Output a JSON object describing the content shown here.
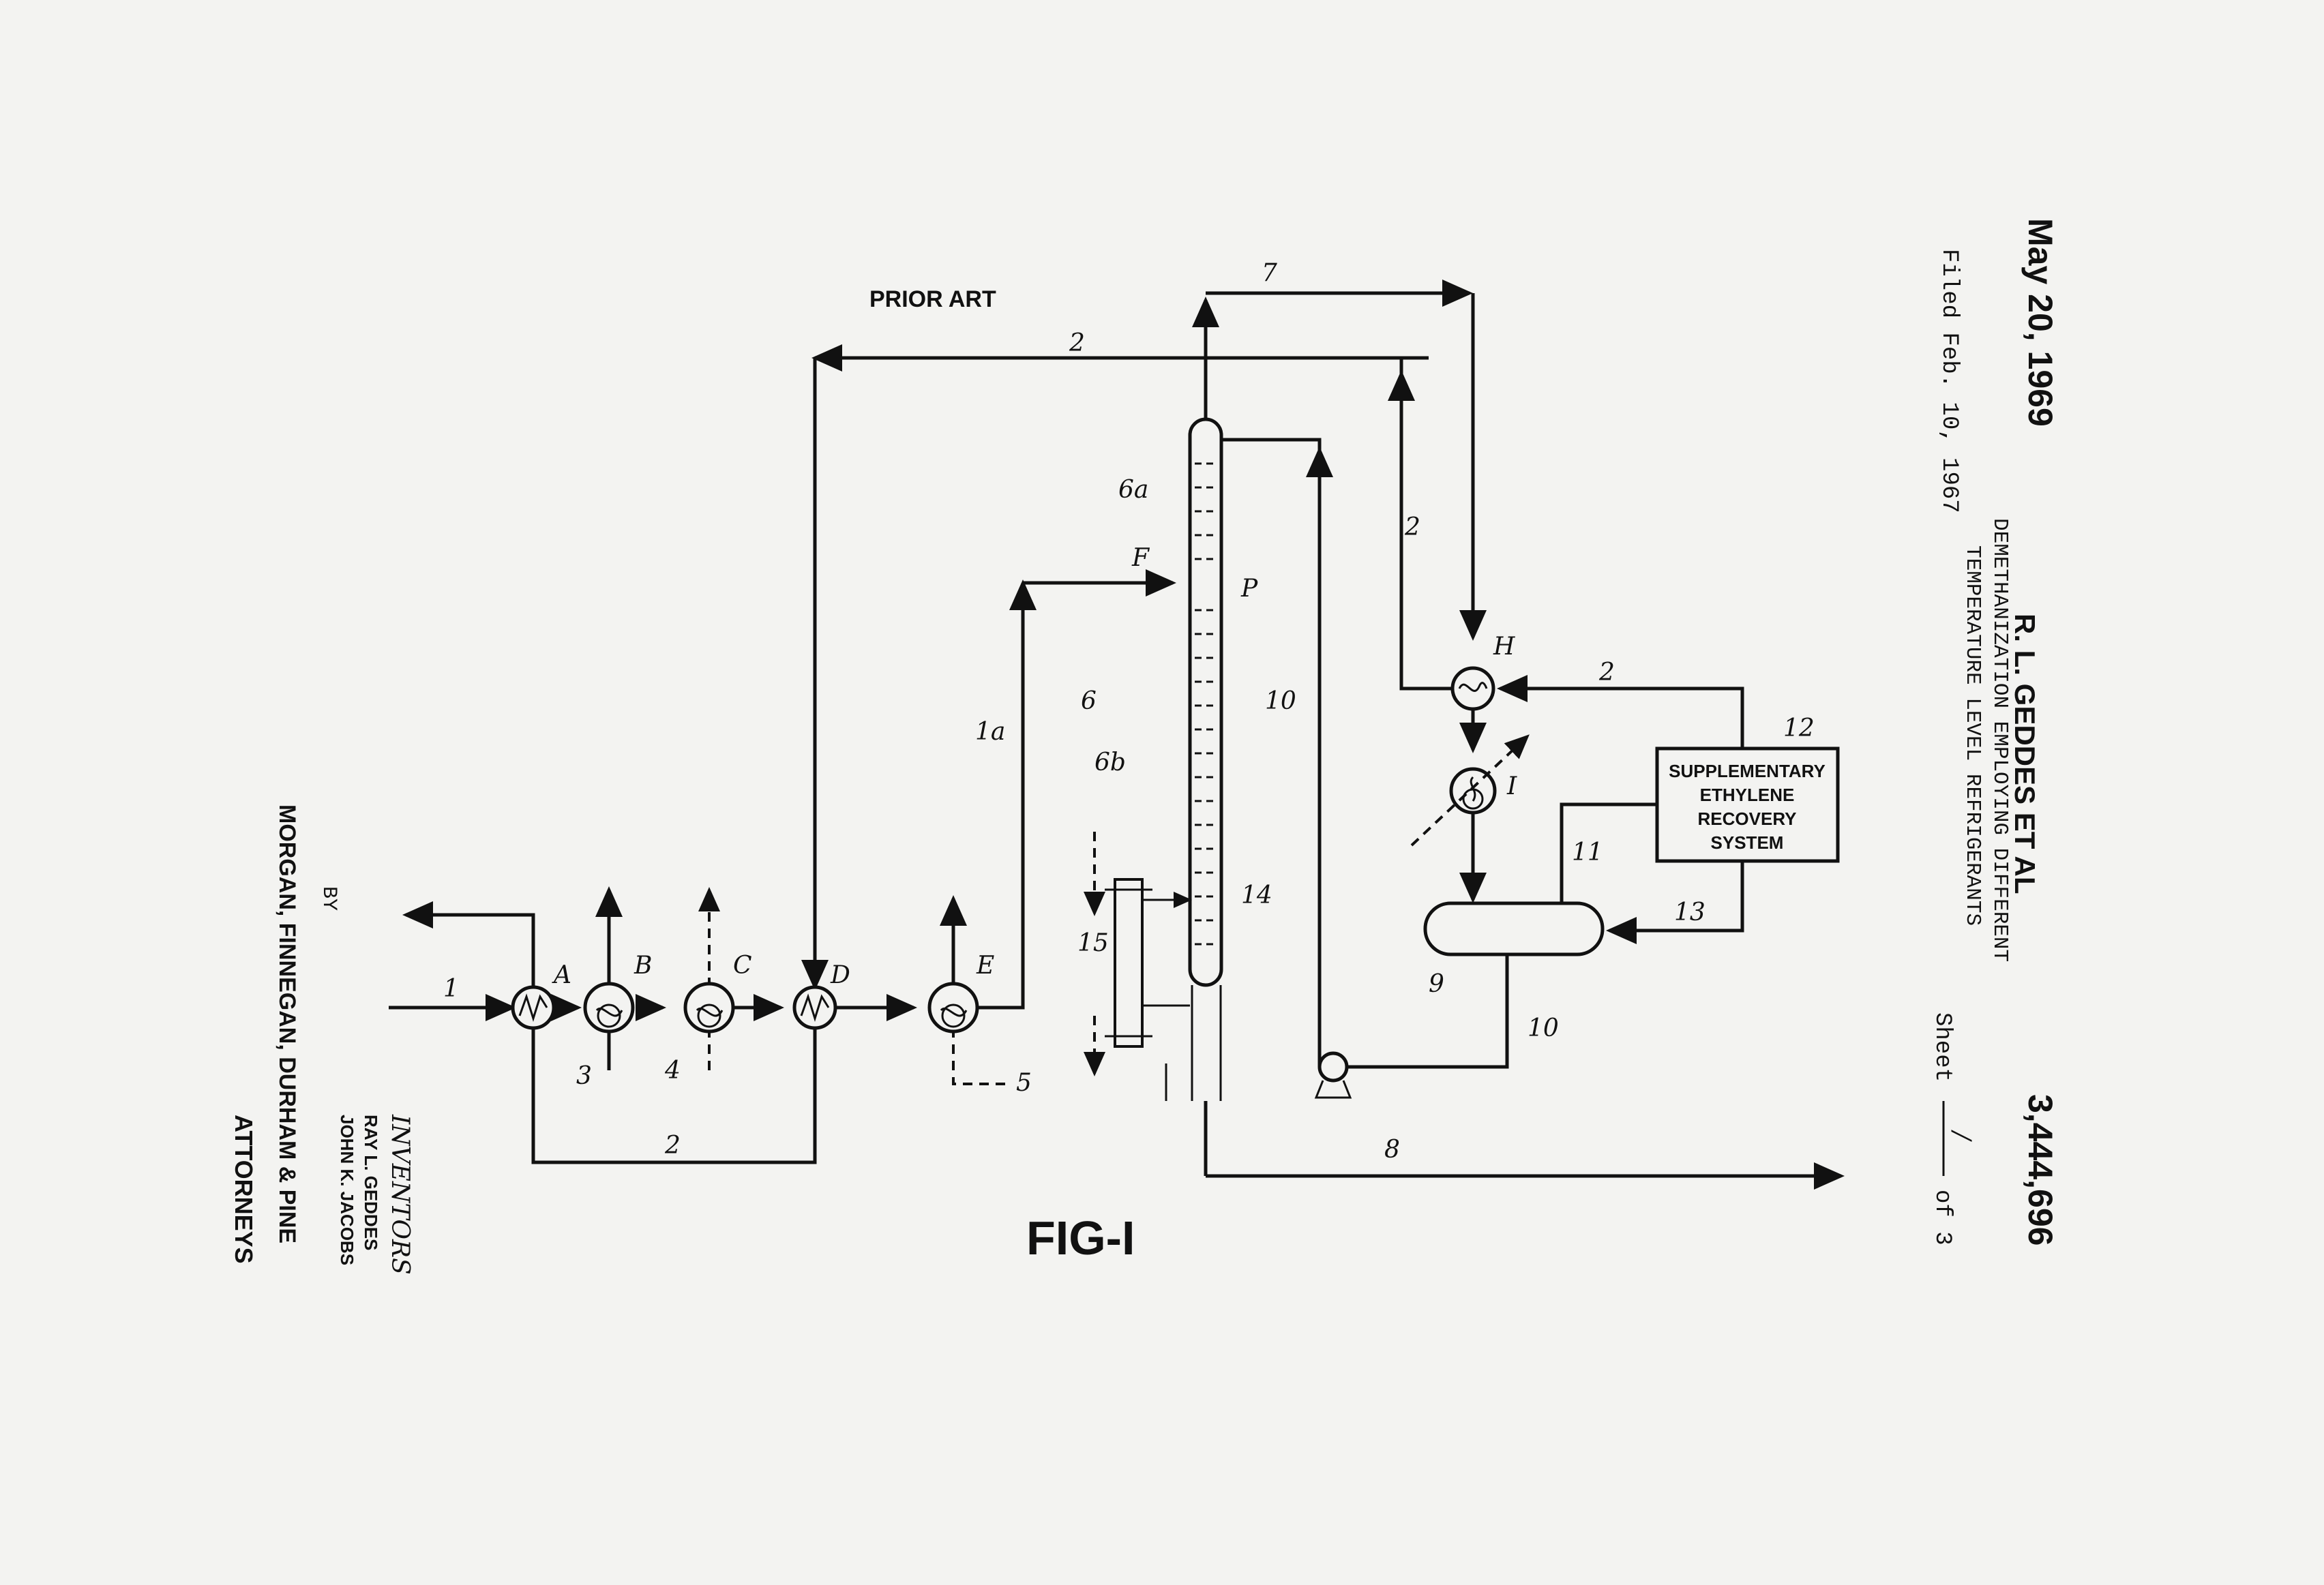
{
  "header": {
    "date": "May 20, 1969",
    "filed": "Filed Feb. 10, 1967",
    "author": "R. L. GEDDES ET AL",
    "title_line1": "DEMETHANIZATION EMPLOYING DIFFERENT",
    "title_line2": "TEMPERATURE LEVEL REFRIGERANTS",
    "patent_number": "3,444,696",
    "sheet_prefix": "Sheet",
    "sheet_number": "/",
    "sheet_suffix": "of 3"
  },
  "credits": {
    "by": "BY",
    "inventors_heading": "INVENTORS",
    "inventor1": "RAY L. GEDDES",
    "inventor2": "JOHN K. JACOBS",
    "firm": "MORGAN, FINNEGAN, DURHAM & PINE",
    "attorneys": "ATTORNEYS"
  },
  "figure": {
    "prior_art": "PRIOR ART",
    "caption": "FIG-I",
    "box_line1": "SUPPLEMENTARY",
    "box_line2": "ETHYLENE",
    "box_line3": "RECOVERY",
    "box_line4": "SYSTEM",
    "labels": {
      "A": "A",
      "B": "B",
      "C": "C",
      "D": "D",
      "E": "E",
      "F": "F",
      "P": "P",
      "H": "H",
      "I": "I",
      "n1": "1",
      "n1a": "1a",
      "n2_top": "2",
      "n2_bottom": "2",
      "n2_vert": "2",
      "n2_right": "2",
      "n3": "3",
      "n4": "4",
      "n5": "5",
      "n6": "6",
      "n6a": "6a",
      "n6b": "6b",
      "n7": "7",
      "n8": "8",
      "n9": "9",
      "n10_left": "10",
      "n10_right": "10",
      "n11": "11",
      "n12": "12",
      "n13": "13",
      "n14": "14",
      "n15": "15"
    }
  }
}
